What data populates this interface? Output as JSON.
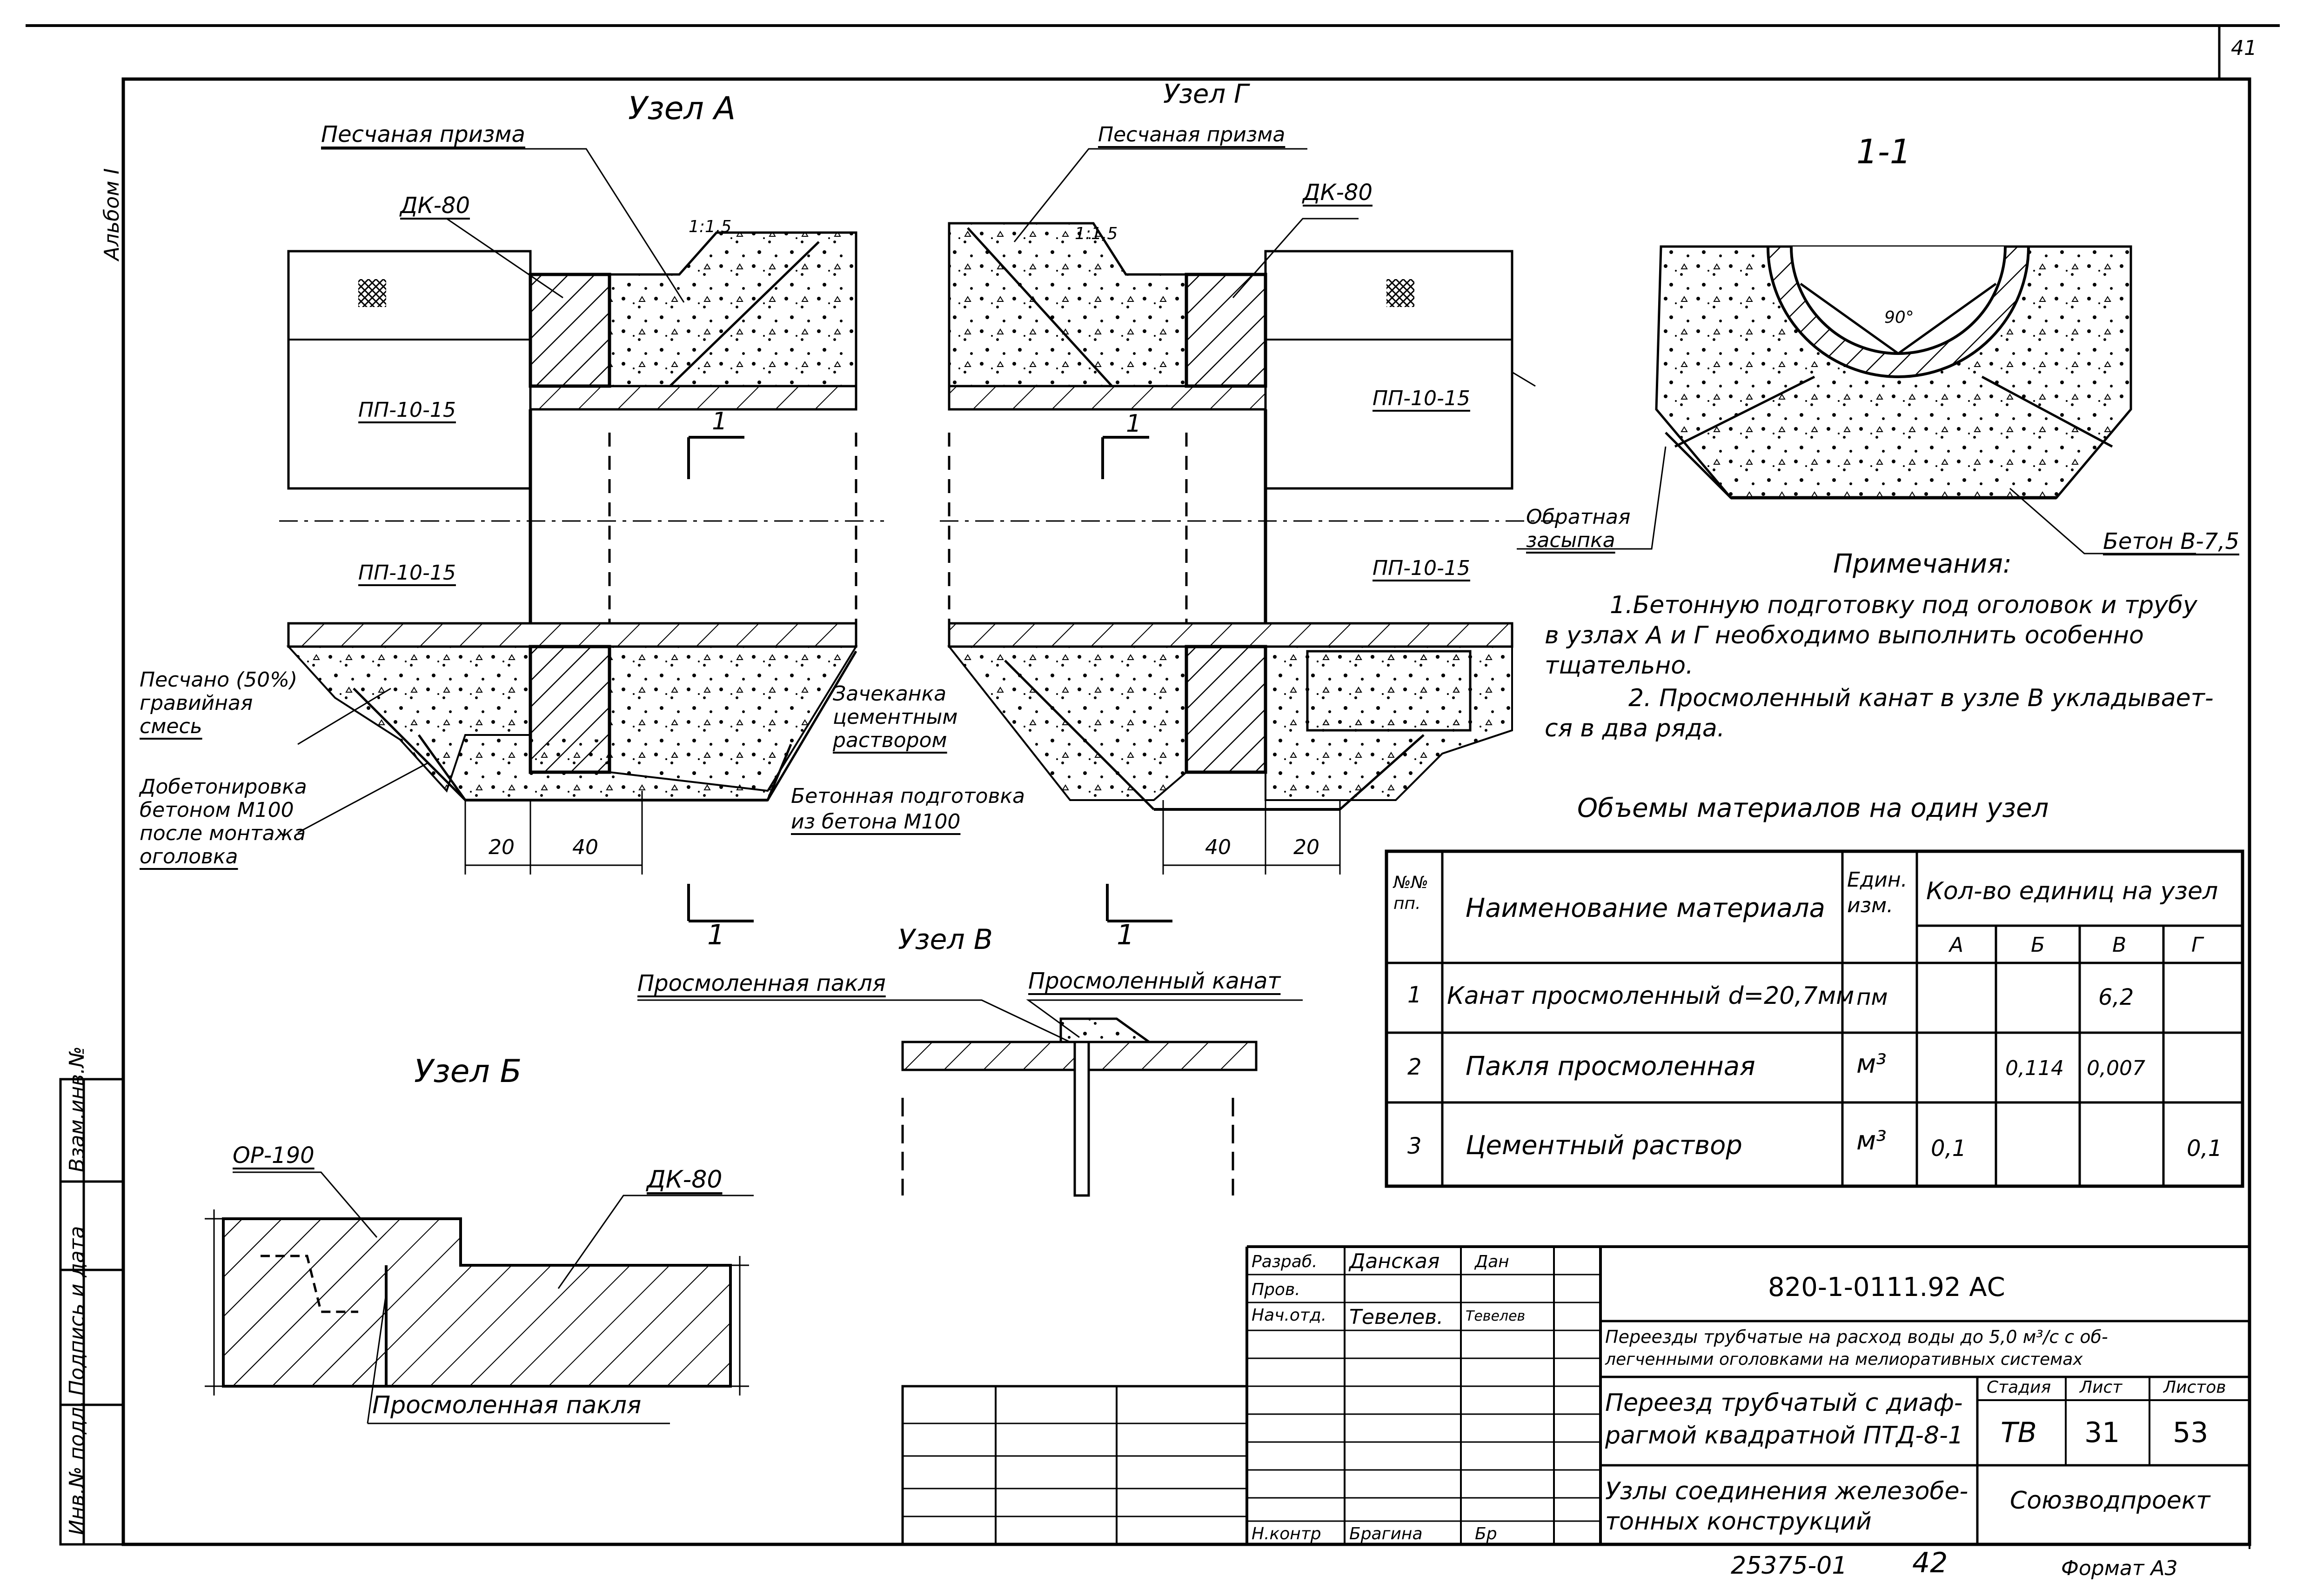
{
  "sheet_number": "41",
  "album": "Альбом I",
  "node_a": {
    "title": "Узел А",
    "sand_prism": "Песчаная призма",
    "dk": "ДК-80",
    "slope": "1:1,5",
    "pp_top": "ПП-10-15",
    "pp_bottom": "ПП-10-15",
    "section_mark": "1",
    "gravel_mix": [
      "Песчано (50%)",
      "гравийная",
      "смесь"
    ],
    "concreting": [
      "Добетонировка",
      "бетоном М100",
      "после монтажа",
      "оголовка"
    ],
    "dim_20": "20",
    "dim_40": "40"
  },
  "node_g": {
    "title": "Узел Г",
    "sand_prism": "Песчаная призма",
    "dk": "ДК-80",
    "slope": "1:1,5",
    "pp_top": "ПП-10-15",
    "pp_bottom": "ПП-10-15",
    "section_mark": "1",
    "backfill": [
      "Обратная",
      "засыпка"
    ],
    "dim_40": "40",
    "dim_20": "20"
  },
  "caulking": [
    "Зачеканка",
    "цементным",
    "раствором"
  ],
  "concrete_prep": [
    "Бетонная подготовка",
    "из бетона М100"
  ],
  "section_1_1": {
    "title": "1-1",
    "angle": "90°",
    "concrete": "Бетон В-7,5"
  },
  "notes": {
    "title": "Примечания:",
    "lines": [
      "1.Бетонную подготовку под оголовок и трубу",
      "в узлах А и Г необходимо выполнить особенно",
      "тщательно.",
      "2. Просмоленный канат в узле В укладывает-",
      "ся в два ряда."
    ]
  },
  "materials_title": "Объемы материалов на один узел",
  "table": {
    "headers": {
      "num": [
        "№№",
        "пп."
      ],
      "name": "Наименование материала",
      "unit": [
        "Един.",
        "изм."
      ],
      "qty": "Кол-во единиц на узел",
      "nodes": [
        "А",
        "Б",
        "В",
        "Г"
      ]
    },
    "rows": [
      {
        "num": "1",
        "name": "Канат просмоленный d=20,7мм",
        "unit": "пм",
        "a": "",
        "b": "",
        "v": "6,2",
        "g": ""
      },
      {
        "num": "2",
        "name": "Пакля просмоленная",
        "unit": "м³",
        "a": "",
        "b": "0,114",
        "v": "0,007",
        "g": ""
      },
      {
        "num": "3",
        "name": "Цементный раствор",
        "unit": "м³",
        "a": "0,1",
        "b": "",
        "v": "",
        "g": "0,1"
      }
    ]
  },
  "node_v": {
    "title": "Узел В",
    "tarred_oakum": "Просмоленная пакля",
    "tarred_rope": "Просмоленный канат",
    "section_mark": "1"
  },
  "node_b": {
    "title": "Узел Б",
    "op": "ОР-190",
    "dk": "ДК-80",
    "tarred_oakum": "Просмоленная пакля"
  },
  "side_stamp": [
    "Инв.№ подл.",
    "Подпись и дата",
    "Взам.инв.№"
  ],
  "title_block": {
    "roles": [
      "Разраб.",
      "Пров.",
      "Нач.отд.",
      "Н.контр"
    ],
    "names": [
      "Данская",
      "",
      "Тевелев.",
      "Брагина"
    ],
    "signatures": [
      "Дан",
      "",
      "Тевелев",
      "Бр"
    ],
    "code": "820-1-0111.92   АС",
    "project": [
      "Переезды трубчатые на расход воды до 5,0 м³/с с об-",
      "легченными оголовками на мелиоративных системах"
    ],
    "object": [
      "Переезд трубчатый с диаф-",
      "рагмой квадратной ПТД-8-1"
    ],
    "sheet_title": [
      "Узлы соединения железобе-",
      "тонных конструкций"
    ],
    "stage_label": "Стадия",
    "sheet_label": "Лист",
    "sheets_label": "Листов",
    "stage": "ТВ",
    "sheet": "31",
    "sheets": "53",
    "org": "Союзводпроект"
  },
  "footer": {
    "inv": "25375-01",
    "page": "42",
    "format": "Формат А3"
  }
}
